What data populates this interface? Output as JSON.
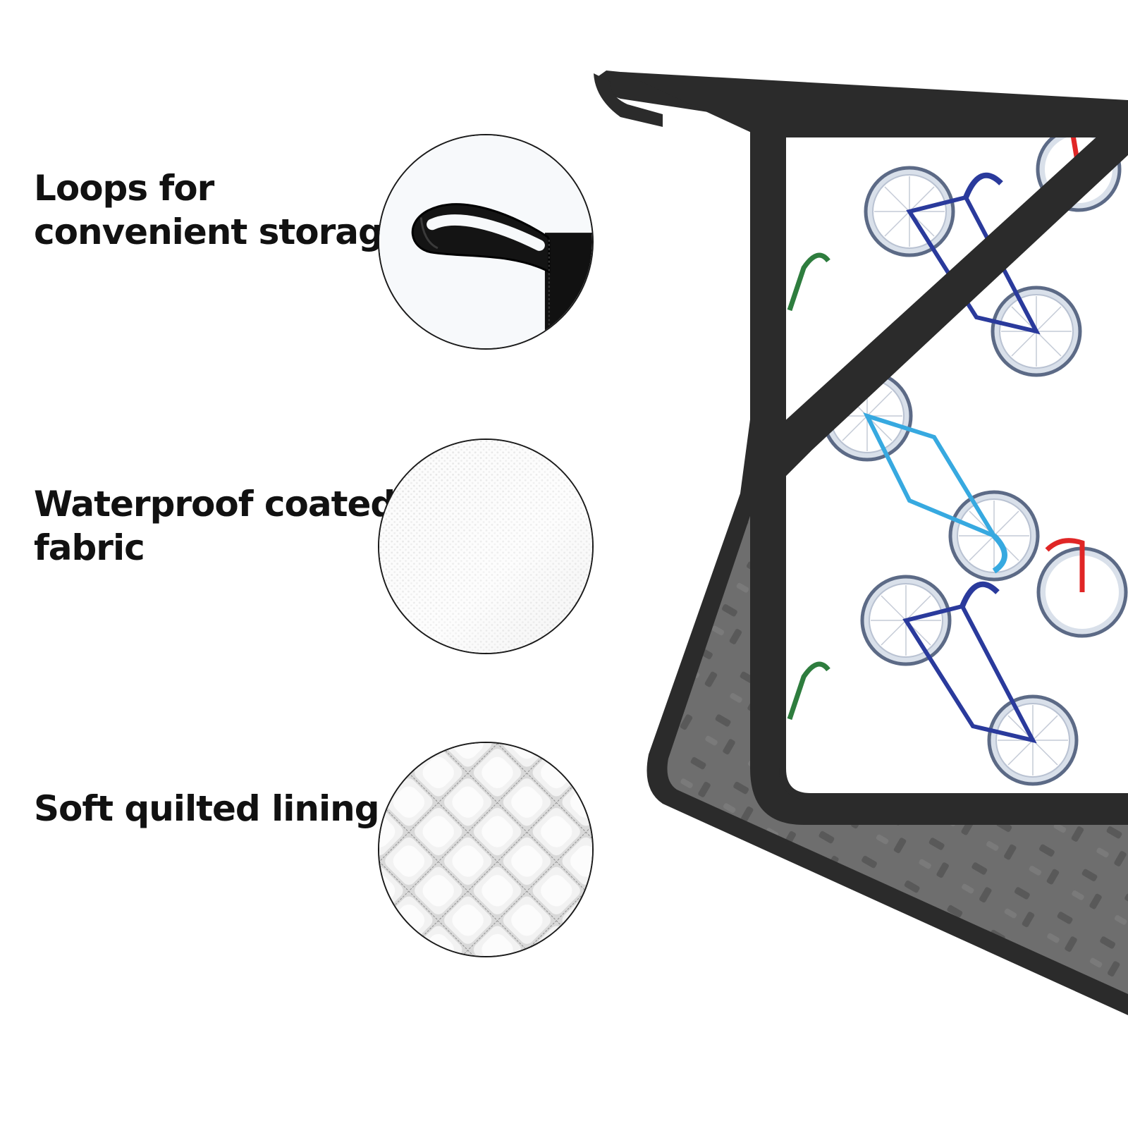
{
  "features": [
    {
      "line1": "Loops for",
      "line2": "convenient storage",
      "icon": "loop-strap-icon"
    },
    {
      "line1": "Waterproof coated",
      "line2": "fabric",
      "icon": "coated-fabric-icon"
    },
    {
      "line1": "Soft quilted lining",
      "line2": "",
      "icon": "quilted-lining-icon"
    }
  ],
  "product": {
    "pattern": "bicycle-print",
    "trim_color": "#2b2b2b",
    "lining_color": "#6e6e6e",
    "fabric_color": "#ffffff",
    "bike_colors": [
      "#2a3a9c",
      "#37a9e0",
      "#e02626",
      "#2e7d3e"
    ]
  }
}
